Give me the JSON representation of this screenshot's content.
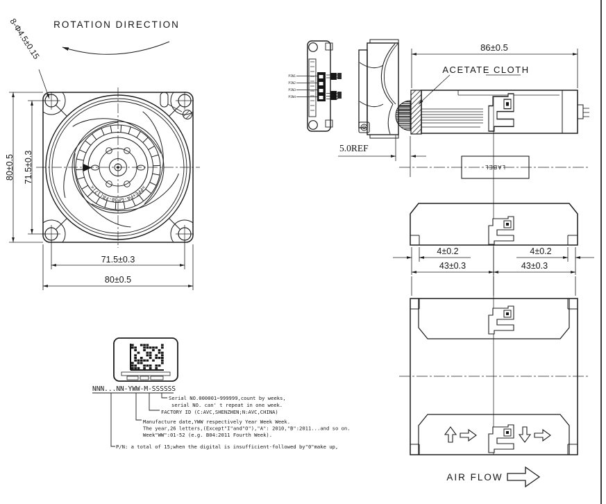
{
  "drawing": {
    "front_view": {
      "rotation_label": "ROTATION DIRECTION",
      "holes_callout": "8-Φ4.5±0.15",
      "dim_height_outer": "80±0.5",
      "dim_height_inner": "71.5±0.3",
      "dim_width_inner": "71.5±0.3",
      "dim_width_outer": "80±0.5",
      "hub_marking": ">PPE+PA-GF30-FR(17)<"
    },
    "side_view": {
      "pins": [
        "PIN1",
        "PIN2",
        "PIN3",
        "PIN4"
      ],
      "dim_gap_ref": "5.0REF"
    },
    "assembly_view": {
      "dim_length": "86±0.5",
      "cloth_callout": "ACETATE CLOTH",
      "label_placeholder": "LABEL",
      "dim_foot_left": "4±0.2",
      "dim_foot_right": "4±0.2",
      "dim_half_left": "43±0.3",
      "dim_half_right": "43±0.3"
    },
    "airflow_view": {
      "airflow_label": "AIR FLOW"
    },
    "serial_note": {
      "code_mask": "NNN...NN-YWW-M-SSSSSS",
      "serial_line1": "Serial NO.000001~999999,count by weeks,",
      "serial_line2": "serial NO. can' t repeat in one week.",
      "factory_line": "FACTORY ID (C:AVC,SHENZHEN;N:AVC,CHINA)",
      "date_line1": "Manufacture date,YWW respectively Year Week Week.",
      "date_line2": "The year,26 letters,(Except\"I\"and\"O\"),\"A\": 2010,\"B\":2011...and so on.",
      "date_line3": "Week\"WW\":01-52 (e.g. B04:2011 Fourth Week).",
      "pn_line": "P/N: a total of 15;when the digital is insufficient·followed by\"0\"make up,"
    }
  }
}
